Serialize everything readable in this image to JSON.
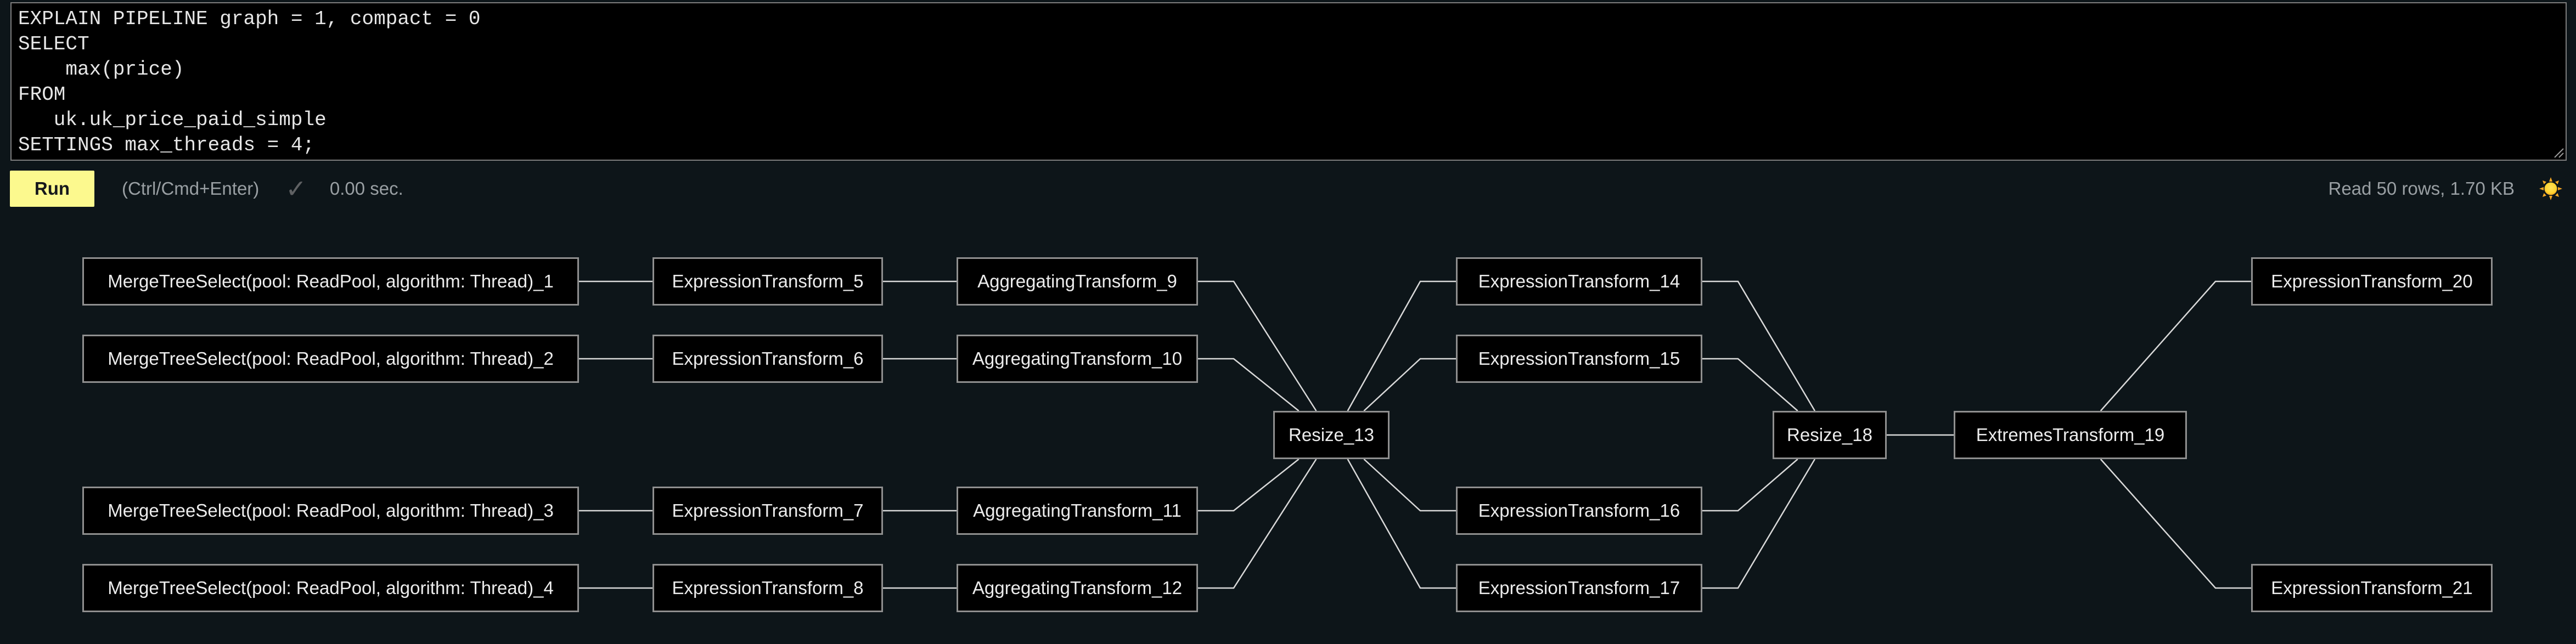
{
  "editor": {
    "sql": "EXPLAIN PIPELINE graph = 1, compact = 0\nSELECT\n    max(price)\nFROM\n   uk.uk_price_paid_simple\nSETTINGS max_threads = 4;"
  },
  "toolbar": {
    "run_label": "Run",
    "shortcut_hint": "(Ctrl/Cmd+Enter)",
    "check_icon": "✓",
    "elapsed": "0.00 sec.",
    "stats": "Read 50 rows, 1.70 KB"
  },
  "colors": {
    "background": "#0d1519",
    "editor_bg": "#000000",
    "editor_border": "#7d7d7d",
    "accent_yellow": "#fcf98e",
    "node_bg": "#000000",
    "node_border": "#8f8f8f",
    "edge": "#d9d9d9",
    "muted_text": "#999fa3",
    "sun_core": "#ffd331",
    "sun_rays": "#f5a623"
  },
  "graph": {
    "nodes": [
      {
        "id": "mts1",
        "label": "MergeTreeSelect(pool: ReadPool, algorithm: Thread)_1",
        "col": 0,
        "row": 0
      },
      {
        "id": "mts2",
        "label": "MergeTreeSelect(pool: ReadPool, algorithm: Thread)_2",
        "col": 0,
        "row": 1
      },
      {
        "id": "mts3",
        "label": "MergeTreeSelect(pool: ReadPool, algorithm: Thread)_3",
        "col": 0,
        "row": 3
      },
      {
        "id": "mts4",
        "label": "MergeTreeSelect(pool: ReadPool, algorithm: Thread)_4",
        "col": 0,
        "row": 4
      },
      {
        "id": "et5",
        "label": "ExpressionTransform_5",
        "col": 1,
        "row": 0
      },
      {
        "id": "et6",
        "label": "ExpressionTransform_6",
        "col": 1,
        "row": 1
      },
      {
        "id": "et7",
        "label": "ExpressionTransform_7",
        "col": 1,
        "row": 3
      },
      {
        "id": "et8",
        "label": "ExpressionTransform_8",
        "col": 1,
        "row": 4
      },
      {
        "id": "at9",
        "label": "AggregatingTransform_9",
        "col": 2,
        "row": 0
      },
      {
        "id": "at10",
        "label": "AggregatingTransform_10",
        "col": 2,
        "row": 1
      },
      {
        "id": "at11",
        "label": "AggregatingTransform_11",
        "col": 2,
        "row": 3
      },
      {
        "id": "at12",
        "label": "AggregatingTransform_12",
        "col": 2,
        "row": 4
      },
      {
        "id": "rz13",
        "label": "Resize_13",
        "col": 3,
        "row": 2
      },
      {
        "id": "et14",
        "label": "ExpressionTransform_14",
        "col": 4,
        "row": 0
      },
      {
        "id": "et15",
        "label": "ExpressionTransform_15",
        "col": 4,
        "row": 1
      },
      {
        "id": "et16",
        "label": "ExpressionTransform_16",
        "col": 4,
        "row": 3
      },
      {
        "id": "et17",
        "label": "ExpressionTransform_17",
        "col": 4,
        "row": 4
      },
      {
        "id": "rz18",
        "label": "Resize_18",
        "col": 5,
        "row": 2
      },
      {
        "id": "ext19",
        "label": "ExtremesTransform_19",
        "col": 6,
        "row": 2
      },
      {
        "id": "et20",
        "label": "ExpressionTransform_20",
        "col": 7,
        "row": 0
      },
      {
        "id": "et21",
        "label": "ExpressionTransform_21",
        "col": 7,
        "row": 4
      }
    ],
    "edges": [
      {
        "from": "mts1",
        "to": "et5"
      },
      {
        "from": "mts2",
        "to": "et6"
      },
      {
        "from": "mts3",
        "to": "et7"
      },
      {
        "from": "mts4",
        "to": "et8"
      },
      {
        "from": "et5",
        "to": "at9"
      },
      {
        "from": "et6",
        "to": "at10"
      },
      {
        "from": "et7",
        "to": "at11"
      },
      {
        "from": "et8",
        "to": "at12"
      },
      {
        "from": "at9",
        "to": "rz13"
      },
      {
        "from": "at10",
        "to": "rz13"
      },
      {
        "from": "at11",
        "to": "rz13"
      },
      {
        "from": "at12",
        "to": "rz13"
      },
      {
        "from": "rz13",
        "to": "et14"
      },
      {
        "from": "rz13",
        "to": "et15"
      },
      {
        "from": "rz13",
        "to": "et16"
      },
      {
        "from": "rz13",
        "to": "et17"
      },
      {
        "from": "et14",
        "to": "rz18"
      },
      {
        "from": "et15",
        "to": "rz18"
      },
      {
        "from": "et16",
        "to": "rz18"
      },
      {
        "from": "et17",
        "to": "rz18"
      },
      {
        "from": "rz18",
        "to": "ext19"
      },
      {
        "from": "ext19",
        "to": "et20"
      },
      {
        "from": "ext19",
        "to": "et21"
      }
    ]
  }
}
